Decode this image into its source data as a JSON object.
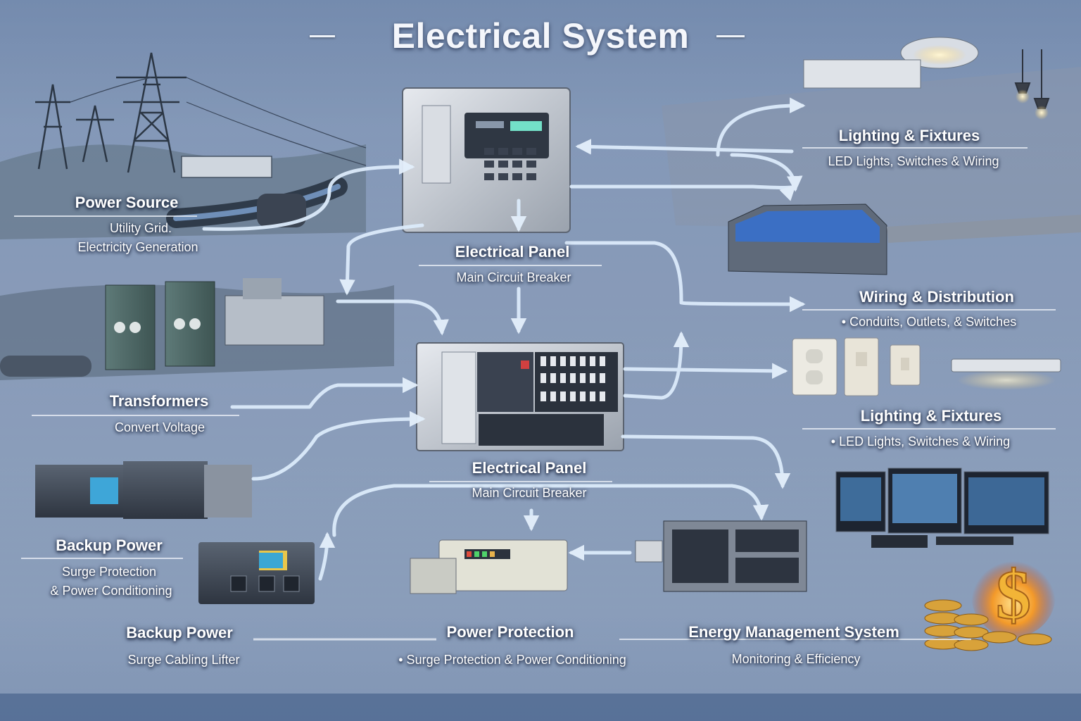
{
  "title": "Electrical System",
  "nodes": {
    "power_source": {
      "label": "Power Source",
      "lines": [
        "Utility Grid.",
        "Electricity Generation"
      ]
    },
    "electrical_panel_top": {
      "label": "Electrical Panel",
      "lines": [
        "Main Circuit Breaker"
      ]
    },
    "lighting_fixtures_top": {
      "label": "Lighting & Fixtures",
      "lines": [
        "LED Lights, Switches & Wiring"
      ]
    },
    "wiring_distribution": {
      "label": "Wiring & Distribution",
      "lines": [
        "• Conduits, Outlets, & Switches"
      ]
    },
    "transformers": {
      "label": "Transformers",
      "lines": [
        "Convert Voltage"
      ]
    },
    "lighting_fixtures_mid": {
      "label": "Lighting & Fixtures",
      "lines": [
        "• LED Lights, Switches & Wiring"
      ]
    },
    "electrical_panel_mid": {
      "label": "Electrical Panel",
      "lines": [
        "Main Circuit Breaker"
      ]
    },
    "backup_power_mid": {
      "label": "Backup Power",
      "lines": [
        "Surge Protection",
        "& Power Conditioning"
      ]
    },
    "backup_power_bottom": {
      "label": "Backup Power",
      "lines": [
        "Surge Cabling Lifter"
      ]
    },
    "power_protection": {
      "label": "Power Protection",
      "lines": [
        "• Surge Protection & Power Conditioning"
      ]
    },
    "energy_management": {
      "label": "Energy Management System",
      "lines": [
        "Monitoring & Efficiency"
      ]
    }
  },
  "icons": {
    "transmission_tower": "transmission-tower-icon",
    "control_panel": "control-panel-icon",
    "breaker_panel": "breaker-panel-icon",
    "transformer": "transformer-icon",
    "backup_unit": "backup-unit-icon",
    "ups": "ups-icon",
    "surge_protector": "surge-protector-icon",
    "monitoring_station": "monitoring-station-icon",
    "outlet": "outlet-icon",
    "light_switch": "light-switch-icon",
    "ceiling_light": "ceiling-light-icon",
    "pendant_lamp": "pendant-lamp-icon",
    "network_rack": "network-rack-icon",
    "dollar_coins": "dollar-coins-icon"
  },
  "colors": {
    "arrow": "#dcebfb",
    "arrow_glow": "#8fbef0",
    "panel_metal": "#c8ccd2",
    "cable_blue": "#3f74c9",
    "accent_gold": "#f2a531"
  }
}
